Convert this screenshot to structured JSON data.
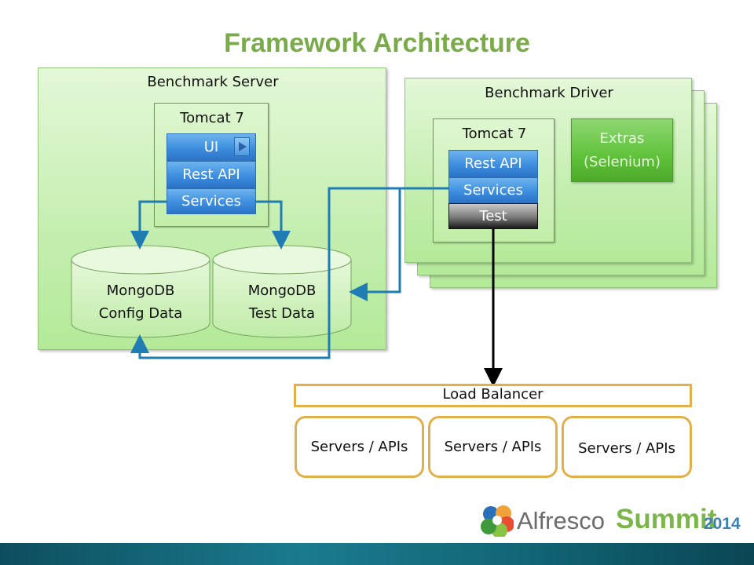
{
  "title": "Framework Architecture",
  "benchmark_server": {
    "label": "Benchmark Server",
    "tomcat": {
      "label": "Tomcat 7",
      "layers": [
        "UI",
        "Rest API",
        "Services"
      ],
      "ui_icon": "play-arrow-icon"
    },
    "databases": [
      {
        "line1": "MongoDB",
        "line2": "Config Data"
      },
      {
        "line1": "MongoDB",
        "line2": "Test Data"
      }
    ]
  },
  "benchmark_driver": {
    "label": "Benchmark Driver",
    "tomcat": {
      "label": "Tomcat 7",
      "layers": [
        "Rest API",
        "Services"
      ],
      "test_label": "Test"
    },
    "extras": {
      "line1": "Extras",
      "line2": "(Selenium)"
    }
  },
  "load_balancer": {
    "label": "Load Balancer"
  },
  "servers": [
    "Servers / APIs",
    "Servers / APIs",
    "Servers / APIs"
  ],
  "brand": {
    "logo_icon": "alfresco-flower-icon",
    "name": "Alfresco",
    "event": "Summit",
    "year": "2014"
  },
  "colors": {
    "title": "#7aab4a",
    "connector_blue": "#1f7db3",
    "load_balancer_border": "#e2b04a"
  }
}
